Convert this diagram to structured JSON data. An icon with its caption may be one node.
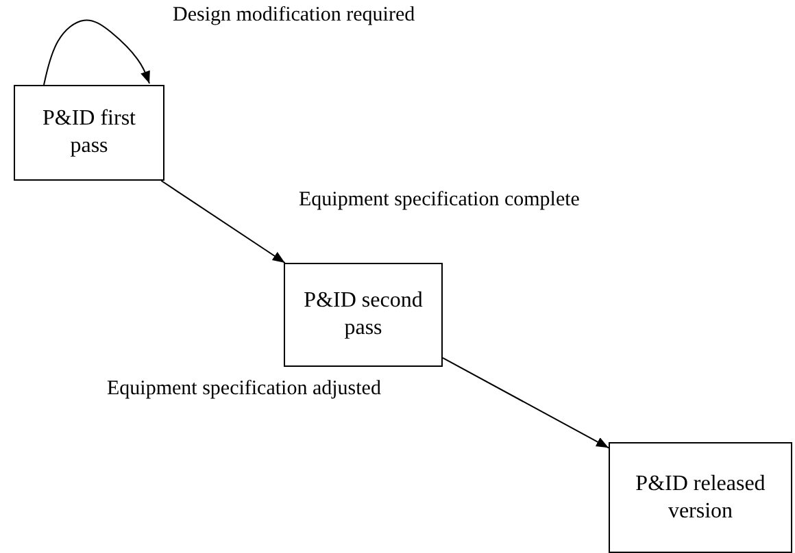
{
  "diagram": {
    "nodes": [
      {
        "text": [
          "P&ID first pass"
        ]
      },
      {
        "text": [
          "P&ID second pass"
        ]
      },
      {
        "text": [
          "P&ID released version"
        ]
      }
    ],
    "edges": [
      {
        "from": 0,
        "to": 0,
        "arrow": "to",
        "label": "Design modification required"
      },
      {
        "from": 0,
        "to": 1,
        "arrow": "to",
        "label": "Equipment specification complete"
      },
      {
        "from": 1,
        "to": 2,
        "arrow": "to",
        "label": "Equipment specification adjusted"
      }
    ]
  }
}
